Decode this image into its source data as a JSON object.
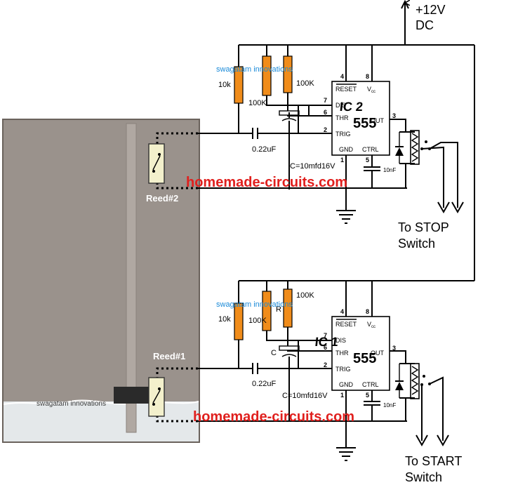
{
  "supply": {
    "line1": "+12V",
    "line2": "DC"
  },
  "watermark_blue": "swagatam innovations",
  "watermark_tank": "swagatam innovations",
  "watermark_red": "homemade-circuits.com",
  "upper": {
    "r1": "10k",
    "r2": "100K",
    "r3": "100K",
    "cap_trig": "0.22uF",
    "cap_timing": "C=10mfd16V",
    "cap_ctrl": "10nF",
    "ic_name": "IC 2",
    "ic_part": "555",
    "pins": {
      "reset": "RESET",
      "vcc": "V",
      "vcc_sub": "cc",
      "dis": "DIS",
      "thr": "THR",
      "trig": "TRIG",
      "out": "OUT",
      "gnd": "GND",
      "ctrl": "CTRL"
    },
    "pin_numbers": {
      "p4": "4",
      "p8": "8",
      "p7": "7",
      "p6": "6",
      "p2": "2",
      "p3": "3",
      "p1": "1",
      "p5": "5"
    },
    "reed": "Reed#2",
    "output_line1": "To STOP",
    "output_line2": "Switch"
  },
  "lower": {
    "r1": "10k",
    "r2": "100K",
    "r3": "100K",
    "r_label": "R",
    "c_label": "C",
    "cap_trig": "0.22uF",
    "cap_timing": "C=10mfd16V",
    "cap_ctrl": "10nF",
    "ic_name": "IC 1",
    "ic_part": "555",
    "pins": {
      "reset": "RESET",
      "vcc": "V",
      "vcc_sub": "cc",
      "dis": "DIS",
      "thr": "THR",
      "trig": "TRIG",
      "out": "OUT",
      "gnd": "GND",
      "ctrl": "CTRL"
    },
    "pin_numbers": {
      "p4": "4",
      "p8": "8",
      "p7": "7",
      "p6": "6",
      "p2": "2",
      "p3": "3",
      "p1": "1",
      "p5": "5"
    },
    "reed": "Reed#1",
    "output_line1": "To START",
    "output_line2": "Switch"
  },
  "colors": {
    "tank": "#9a928c",
    "resistor": "#f08c1a",
    "watermark_red": "#e0201e",
    "watermark_blue": "#1a8ad8",
    "reed_body": "#f3f0cc"
  }
}
